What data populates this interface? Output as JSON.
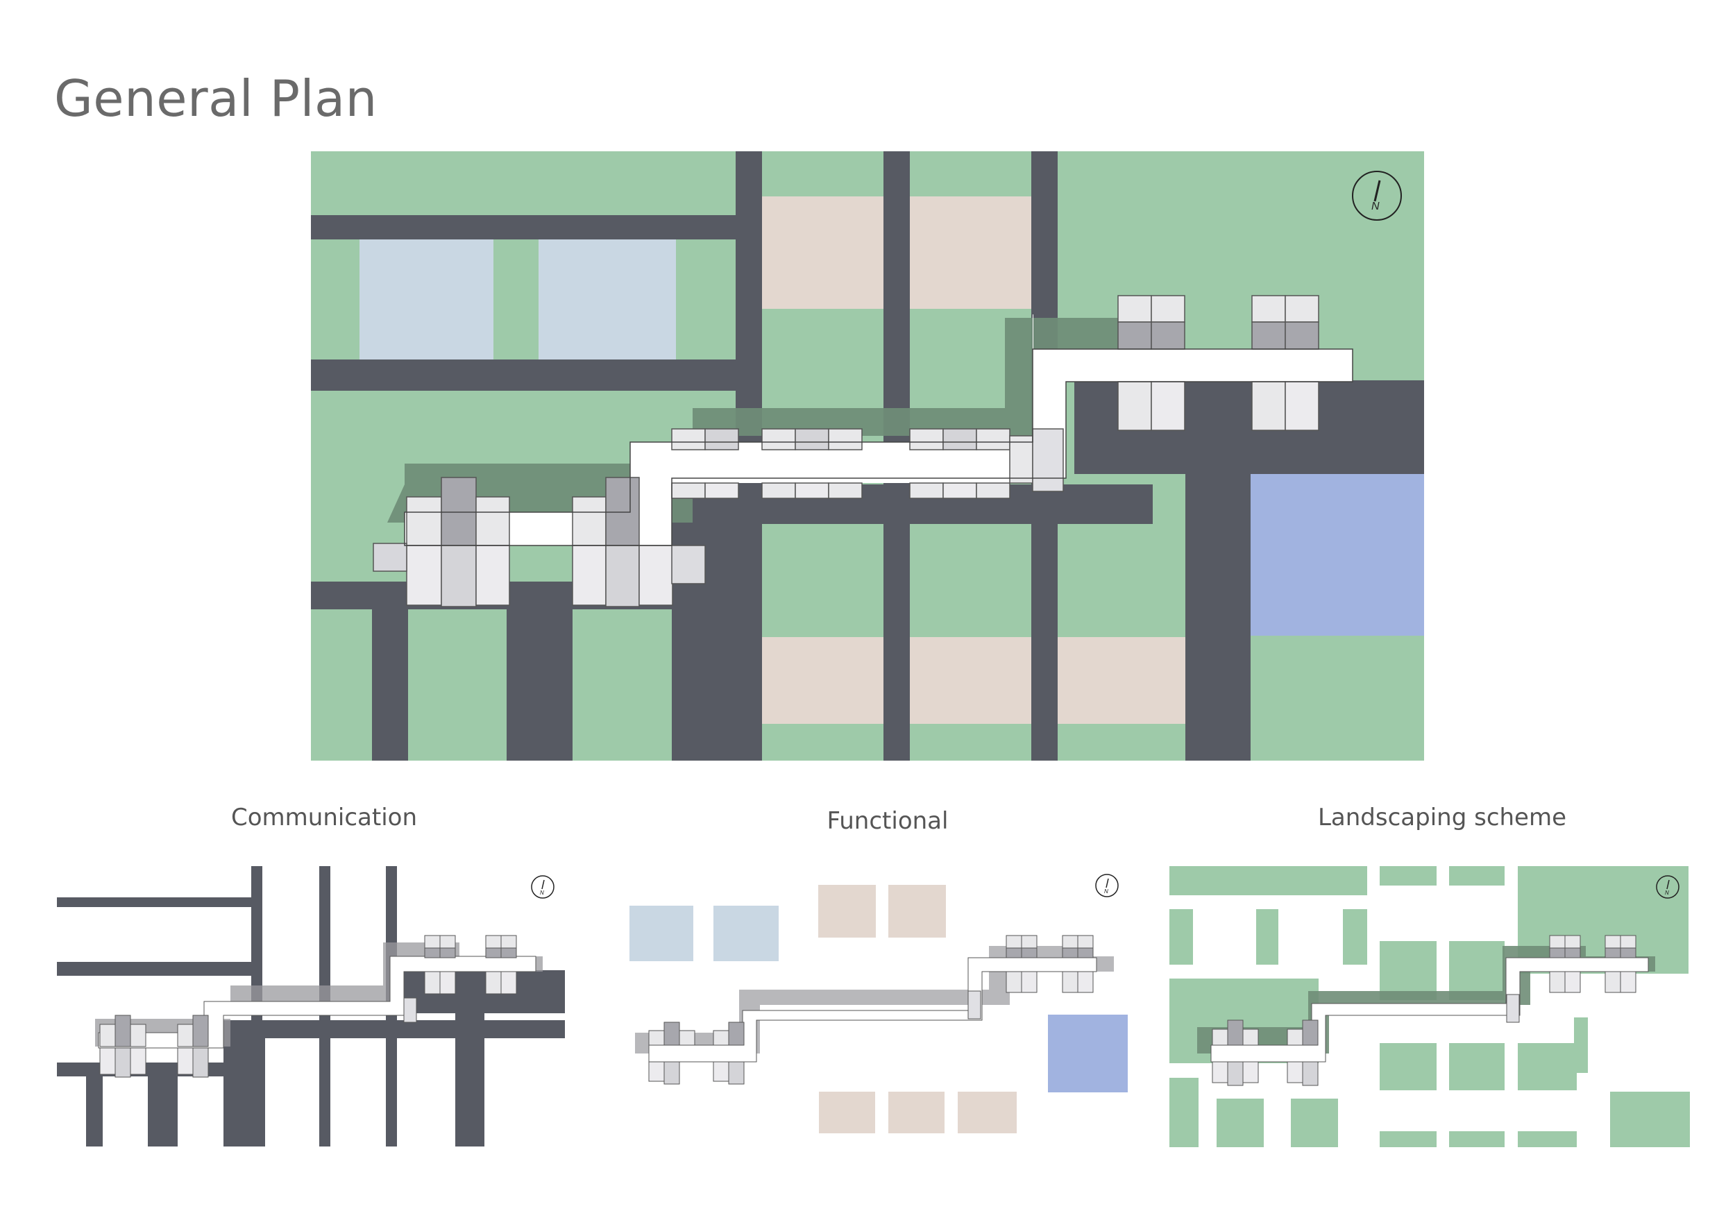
{
  "title": "General Plan",
  "diagrams": {
    "main": {
      "compass_letter": "N"
    },
    "communication": {
      "title": "Communication",
      "compass_letter": "N"
    },
    "functional": {
      "title": "Functional",
      "compass_letter": "N"
    },
    "landscaping": {
      "title": "Landscaping scheme",
      "compass_letter": "N"
    }
  },
  "colors": {
    "greenery": "#9ecaa9",
    "road": "#575a63",
    "residential_zone": "#c9d7e3",
    "public_zone": "#e3d7cf",
    "water_zone": "#a1b3e0",
    "building": "#ffffff",
    "building_shadow": "#6f8d77",
    "building_block": "#e8e8ea",
    "building_dark": "#a7a7ad"
  }
}
